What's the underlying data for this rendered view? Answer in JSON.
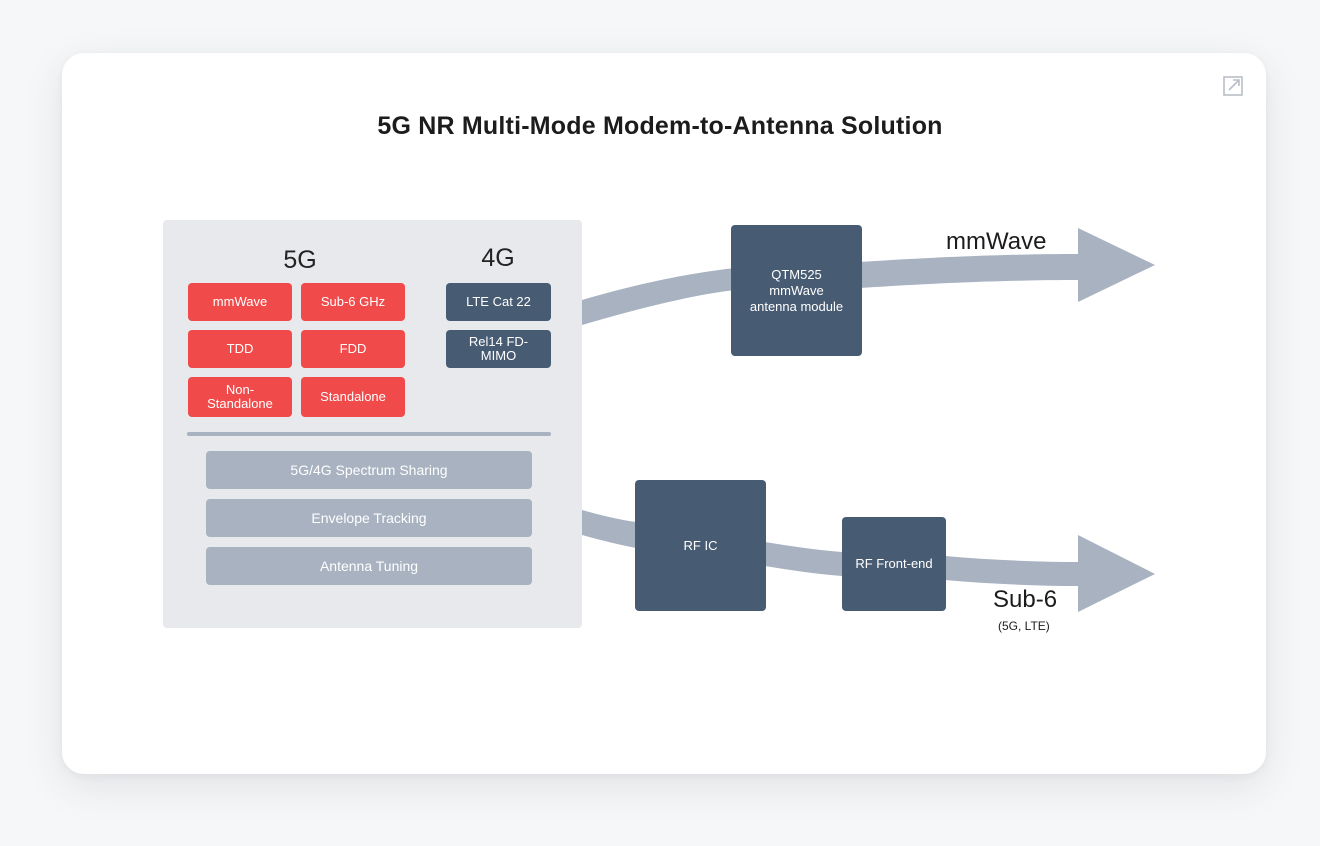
{
  "title": "5G NR Multi-Mode Modem-to-Antenna Solution",
  "expand_icon": "external-link-icon",
  "colors": {
    "card_bg": "#ffffff",
    "panel_bg": "#e7e9ec",
    "red_chip": "#f04a4a",
    "navy_chip": "#475b73",
    "gray_bar": "#a8b2c0",
    "arrow": "#a8b2c0"
  },
  "modem": {
    "col_5g": "5G",
    "col_4g": "4G",
    "chips_5g": [
      "mmWave",
      "Sub-6 GHz",
      "TDD",
      "FDD",
      "Non-Standalone",
      "Standalone"
    ],
    "chips_4g": [
      "LTE Cat 22",
      "Rel14 FD-MIMO"
    ],
    "features": [
      "5G/4G Spectrum Sharing",
      "Envelope Tracking",
      "Antenna Tuning"
    ]
  },
  "mmwave_path": {
    "module_line1": "QTM525",
    "module_line2": "mmWave antenna module",
    "label": "mmWave"
  },
  "sub6_path": {
    "rfic": "RF IC",
    "frontend": "RF Front-end",
    "label": "Sub-6",
    "sublabel": "(5G, LTE)"
  }
}
